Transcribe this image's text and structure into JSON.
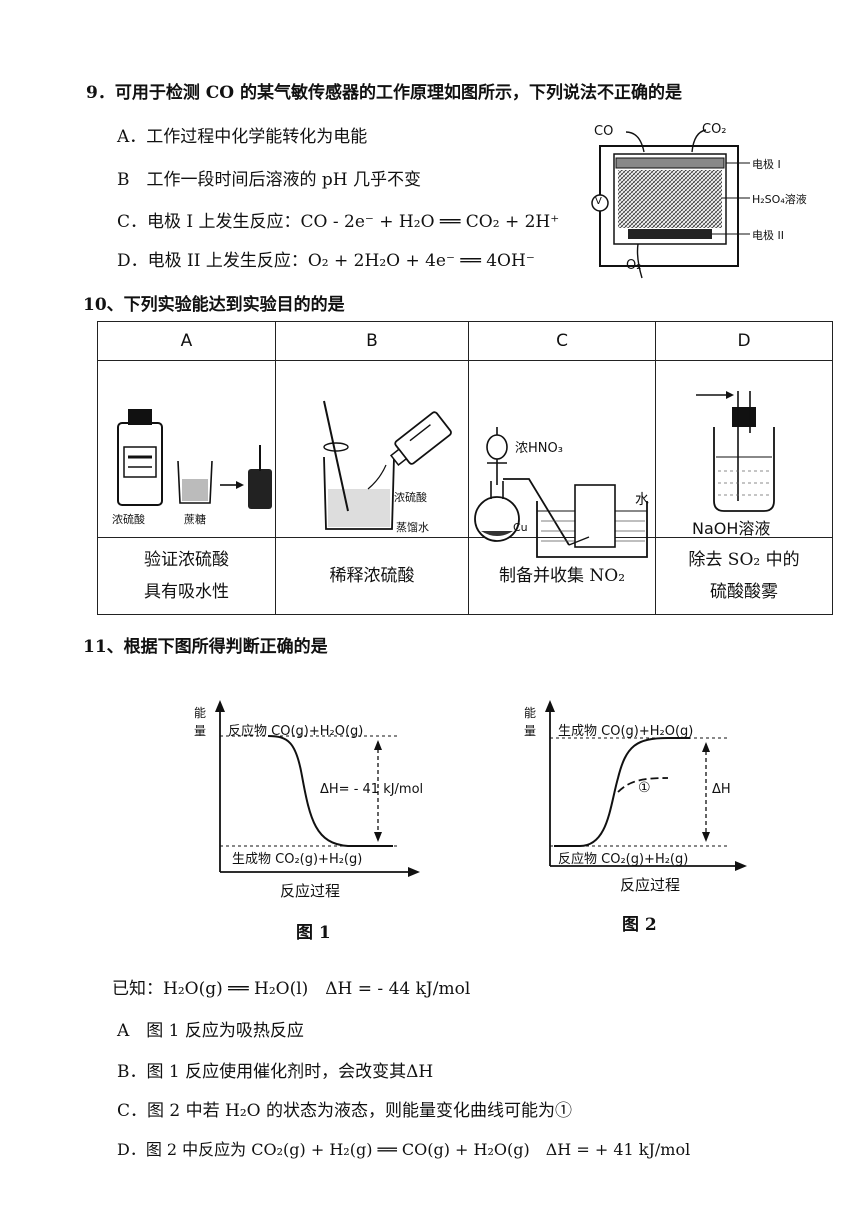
{
  "q9": {
    "stem": "9．可用于检测 CO 的某气敏传感器的工作原理如图所示，下列说法不正确的是",
    "options": [
      "A．工作过程中化学能转化为电能",
      "B　工作一段时间后溶液的 pH 几乎不变",
      "C．电极 I 上发生反应：CO - 2e⁻ + H₂O ══ CO₂ + 2H⁺",
      "D．电极 II 上发生反应：O₂ + 2H₂O + 4e⁻ ══ 4OH⁻"
    ],
    "figure": {
      "co": "CO",
      "co2": "CO₂",
      "electrode1": "电极 I",
      "solution": "H₂SO₄溶液",
      "electrode2": "电极 II",
      "o2": "O₂",
      "meter": "V"
    }
  },
  "q10": {
    "stem": "10、下列实验能达到实验目的的是",
    "headers": [
      "A",
      "B",
      "C",
      "D"
    ],
    "captions": [
      [
        "验证浓硫酸",
        "具有吸水性"
      ],
      [
        "稀释浓硫酸"
      ],
      [
        "制备并收集 NO₂"
      ],
      [
        "除去 SO₂ 中的",
        "硫酸酸雾"
      ]
    ],
    "labels": {
      "a_bottle": "浓硫酸",
      "a_beaker": "蔗糖",
      "b_acid": "浓硫酸",
      "b_water": "蒸馏水",
      "c_acid": "浓HNO₃",
      "c_cu": "Cu",
      "c_water": "水",
      "d_solution": "NaOH溶液"
    }
  },
  "q11": {
    "stem": "11、根据下图所得判断正确的是",
    "fig1": {
      "ylabel": "能量",
      "xlabel": "反应过程",
      "top": "反应物 CO(g)+H₂O(g)",
      "bottom": "生成物 CO₂(g)+H₂(g)",
      "dh": "ΔH= - 41 kJ/mol",
      "title": "图 1"
    },
    "fig2": {
      "ylabel": "能量",
      "xlabel": "反应过程",
      "top": "生成物 CO(g)+H₂O(g)",
      "bottom": "反应物 CO₂(g)+H₂(g)",
      "dh": "ΔH",
      "curve_mark": "①",
      "title": "图 2"
    },
    "known": "已知：H₂O(g) ══ H₂O(l)　ΔH = - 44 kJ/mol",
    "options": [
      "A　图 1 反应为吸热反应",
      "B．图 1 反应使用催化剂时，会改变其ΔH",
      "C．图 2 中若 H₂O 的状态为液态，则能量变化曲线可能为①",
      "D．图 2 中反应为 CO₂(g) + H₂(g) ══ CO(g) + H₂O(g)　ΔH = + 41 kJ/mol"
    ]
  }
}
